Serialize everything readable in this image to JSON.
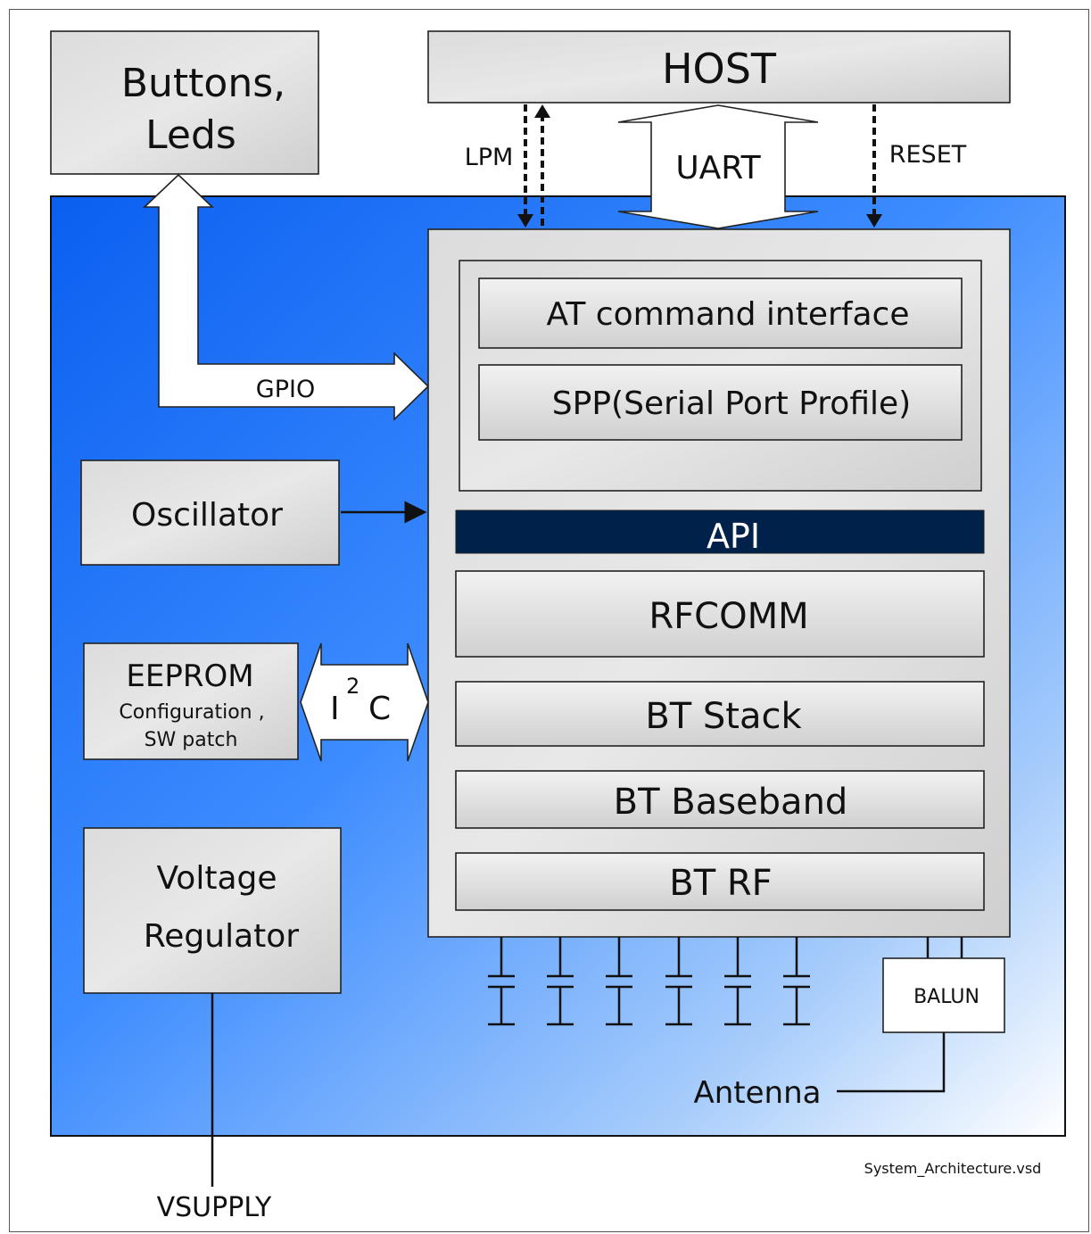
{
  "diagram": {
    "host": "HOST",
    "buttons_leds": [
      "Buttons,",
      "Leds"
    ],
    "lpm": "LPM",
    "uart": "UART",
    "reset": "RESET",
    "gpio": "GPIO",
    "oscillator": "Oscillator",
    "eeprom": {
      "title": "EEPROM",
      "lines": [
        "Configuration ,",
        "SW patch"
      ]
    },
    "i2c": {
      "base": "I",
      "sup": "2",
      "tail": "C"
    },
    "voltage_regulator": [
      "Voltage",
      "Regulator"
    ],
    "stack_layers": {
      "at_command": "AT  command  interface",
      "spp": "SPP(Serial  Port  Profile)",
      "api": "API",
      "rfcomm": "RFCOMM",
      "bt_stack": "BT Stack",
      "bt_baseband": "BT Baseband",
      "bt_rf": "BT RF"
    },
    "balun": "BALUN",
    "antenna": "Antenna",
    "vsupply": "VSUPPLY",
    "filename": "System_Architecture.vsd"
  },
  "colors": {
    "module_gradient_start": "#0a5ff0",
    "module_gradient_end": "#ffffff",
    "api_bar": "#00214a",
    "block_fill": "#d3d3d3"
  }
}
